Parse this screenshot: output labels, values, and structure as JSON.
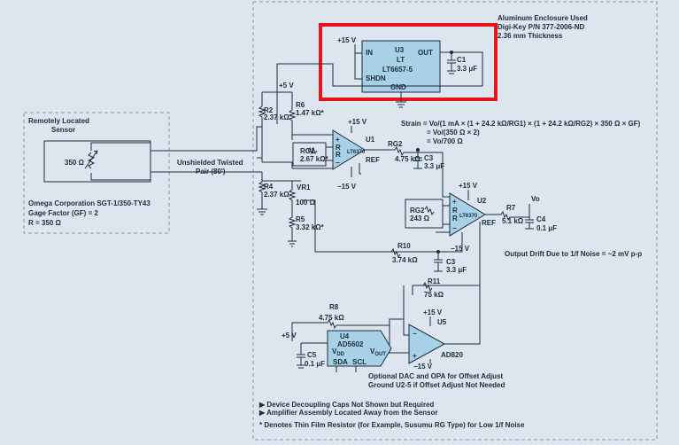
{
  "enclosure": {
    "title": "Aluminum Enclosure Used",
    "part": "Digi-Key P/N 377-2006-ND",
    "thickness": "2.36 mm Thickness"
  },
  "remote": {
    "title": "Remotely Located",
    "title2": "Sensor",
    "sensor_value": "350 Ω",
    "maker": "Omega Corporation SGT-1/350-TY43",
    "gage": "Gage Factor (GF) = 2",
    "r": "R = 350 Ω"
  },
  "cable": {
    "line1": "Unshielded Twisted",
    "line2": "Pair (80')"
  },
  "ref_u3": {
    "supply": "+15 V",
    "ref": "U3",
    "line1": "LT",
    "line2": "LT6657-5",
    "in": "IN",
    "out": "OUT",
    "shdn": "SHDN",
    "gnd": "GND",
    "c1": "C1",
    "c1_val": "3.3 μF"
  },
  "bridge": {
    "supply": "+5 V",
    "r2": "R2",
    "r2_val": "2.37 kΩ",
    "r6": "R6",
    "r6_val": "1.47 kΩ*",
    "r4": "R4",
    "r4_val": "2.37 kΩ",
    "vr1": "VR1",
    "vr1_val": "100 Ω",
    "r5": "R5",
    "r5_val": "3.32 kΩ*"
  },
  "u1": {
    "pos": "+15 V",
    "neg": "−15 V",
    "ref": "U1",
    "part": "LT6370",
    "rg1": "RG1",
    "rg1_val": "2.67 kΩ*",
    "refpin": "REF"
  },
  "strain": {
    "line1": "Strain = Vo/(1 mA × (1 + 24.2 kΩ/RG1) × (1 + 24.2 kΩ/RG2) × 350 Ω × GF)",
    "line2": "= Vo/(350 Ω × 2)",
    "line3": "= Vo/700 Ω"
  },
  "filt1": {
    "rg2": "RG2",
    "rg2_val": "4.75 kΩ",
    "c3": "C3",
    "c3_val": "3.3 μF"
  },
  "u2": {
    "pos": "+15 V",
    "neg": "−15 V",
    "ref": "U2",
    "part": "LT6370",
    "rg2": "RG2",
    "rg2_val": "243 Ω",
    "refpin": "REF",
    "r7": "R7",
    "r7_val": "5.1 kΩ",
    "vo": "Vo",
    "c4": "C4",
    "c4_val": "0.1 μF"
  },
  "drift": "Output Drift Due to 1/f Noise = ~2 mV p-p",
  "offset_net": {
    "r10": "R10",
    "r10_val": "3.74 kΩ",
    "c3": "C3",
    "c3_val": "3.3 μF",
    "r11": "R11",
    "r11_val": "75 kΩ"
  },
  "u5": {
    "pos": "+15 V",
    "neg": "−15 V",
    "ref": "U5",
    "part": "AD820",
    "r8": "R8",
    "r8_val": "4.75 kΩ"
  },
  "u4": {
    "supply": "+5 V",
    "ref": "U4",
    "part": "AD5602",
    "vdd": "V",
    "vdd_sub": "DD",
    "vout": "V",
    "vout_sub": "OUT",
    "sda": "SDA",
    "scl": "SCL",
    "c5": "C5",
    "c5_val": "0.1 μF"
  },
  "dac_note": {
    "line1": "Optional DAC and OPA for Offset Adjust",
    "line2": "Ground U2-5 if Offset Adjust Not Needed"
  },
  "notes": {
    "n1": "▶ Device Decoupling Caps Not Shown but Required",
    "n2": "▶ Amplifier Assembly Located Away from the Sensor",
    "n3": "* Denotes Thin Film Resistor (for Example, Susumu RG Type) for Low 1/f Noise"
  },
  "colors": {
    "background": "#dde6ee",
    "amp_fill": "#a8d0e6",
    "ink": "#1b2c3d",
    "highlight": "#e8141c",
    "dashed": "#7f98b0"
  }
}
